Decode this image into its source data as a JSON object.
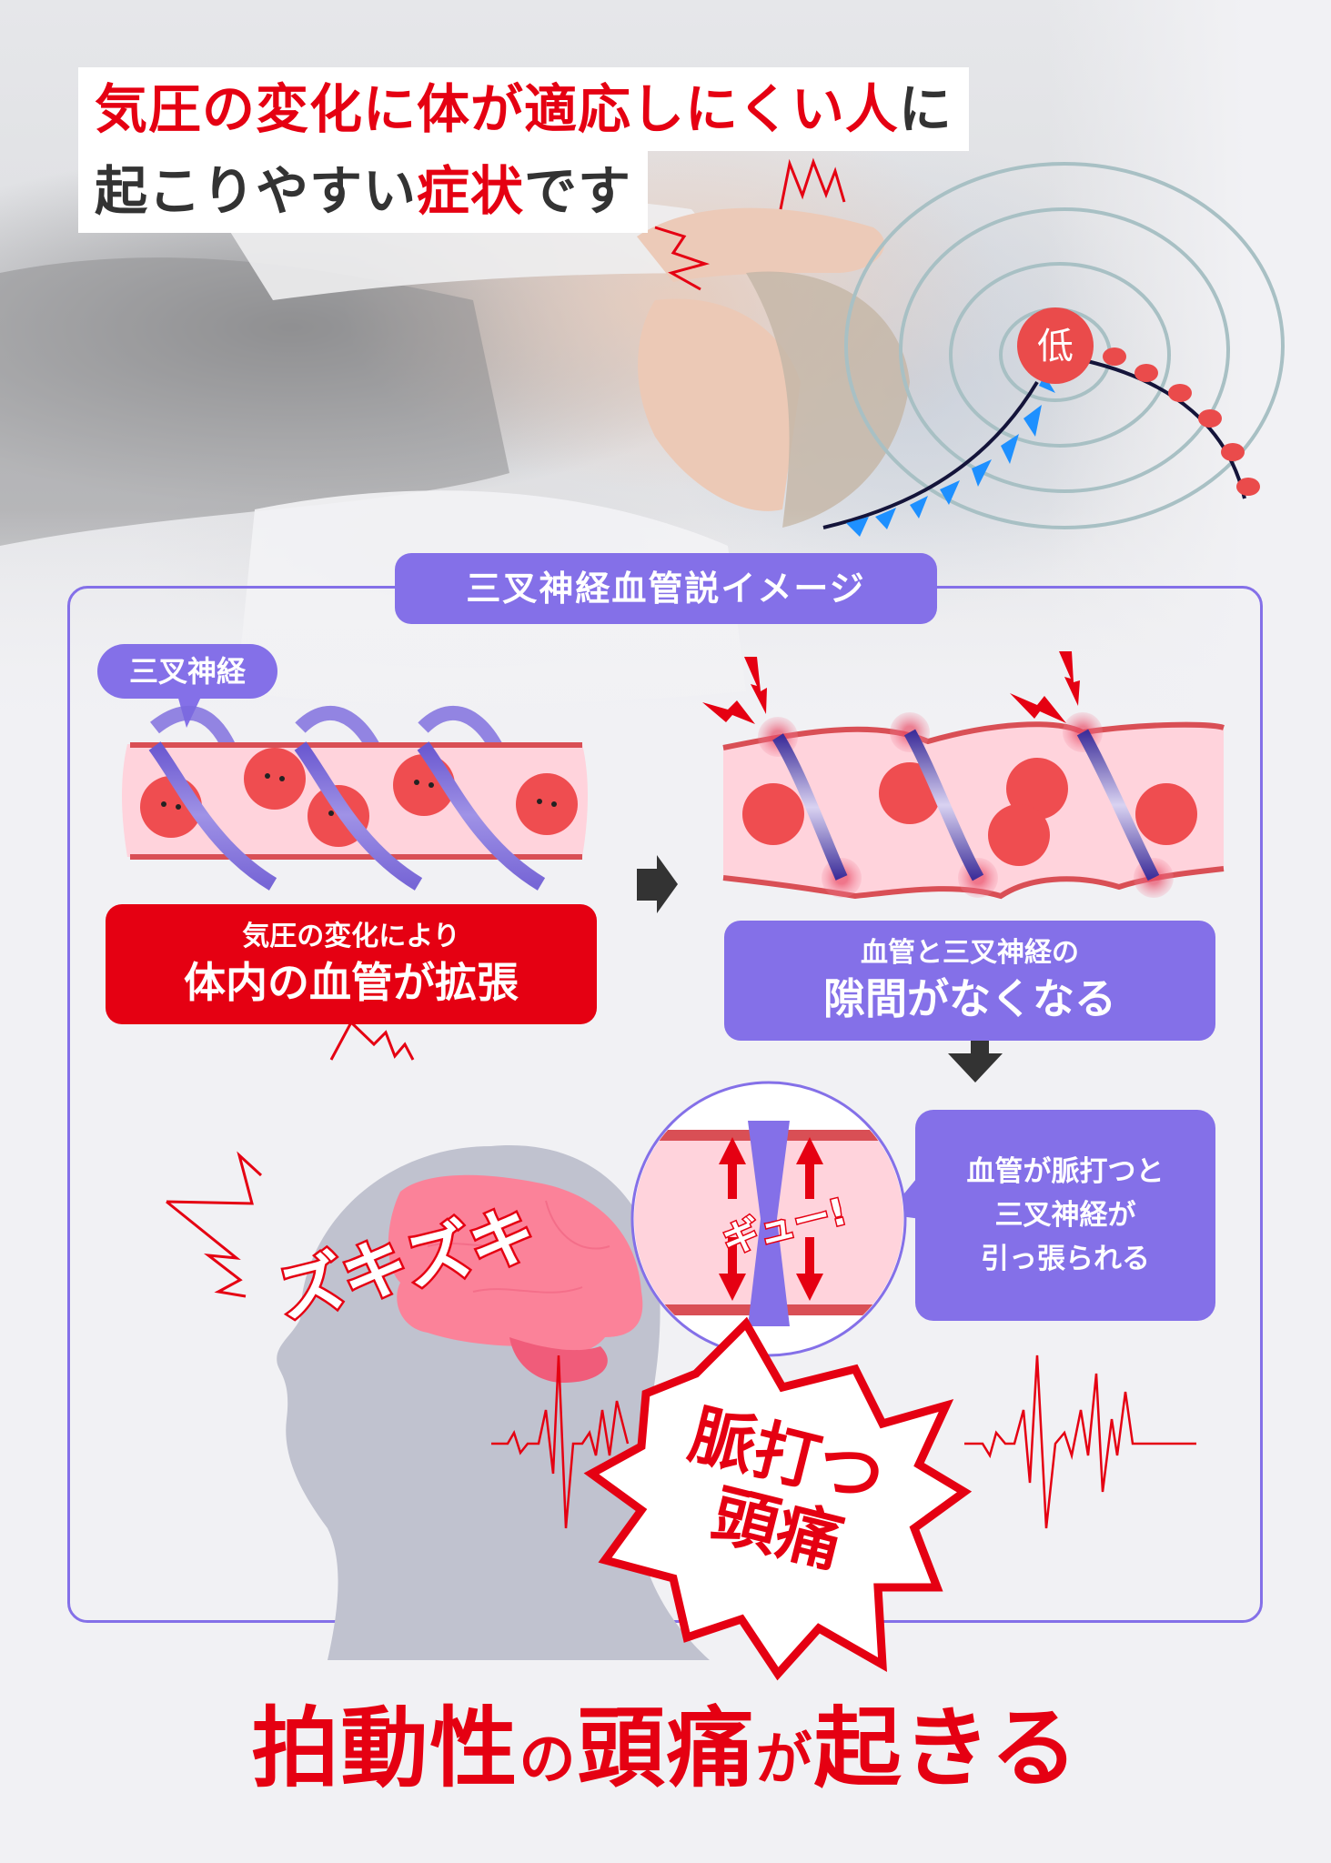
{
  "headline": {
    "line1_red": "気圧の変化に体が適応しにくい人",
    "line1_dark": "に",
    "line2_dark_a": "起こりやすい",
    "line2_red": "症状",
    "line2_dark_b": "です"
  },
  "weather_map": {
    "low_pressure_label": "低",
    "cold_front_color": "#1e90ff",
    "warm_front_color": "#ea4b4b"
  },
  "diagram": {
    "title": "三叉神経血管説イメージ",
    "nerve_label": "三叉神経",
    "step1": {
      "sub": "気圧の変化により",
      "main": "体内の血管が拡張"
    },
    "step2": {
      "sub": "血管と三叉神経の",
      "main": "隙間がなくなる"
    },
    "step3": {
      "lines": [
        "血管が脈打つと",
        "三叉神経が",
        "引っ張られる"
      ]
    },
    "squeeze_sfx": "ギュー!",
    "throb_sfx": "ズキズキ",
    "burst_line1": "脈打つ",
    "burst_line2": "頭痛"
  },
  "bottom": {
    "part1": "拍動性",
    "part2": "の",
    "part3": "頭痛",
    "part4": "が",
    "part5": "起きる"
  },
  "colors": {
    "accent_red": "#e50012",
    "accent_purple": "#8470e8",
    "vessel_pink": "#ffd3dc",
    "blood_cell": "#ef4d50",
    "head_gray": "#c0c2cf",
    "brain_pink": "#fb8299"
  }
}
